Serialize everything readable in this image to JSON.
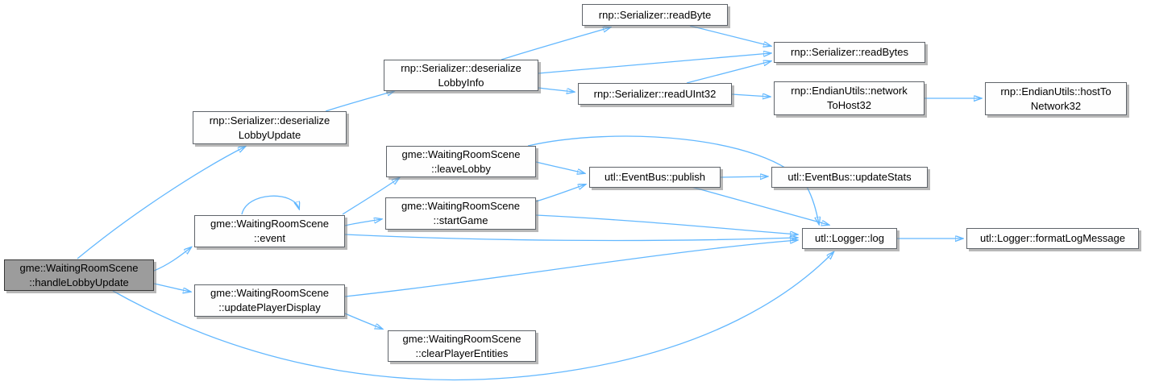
{
  "diagram": {
    "type": "doxygen-call-graph",
    "colors": {
      "edge": "#63b8ff",
      "node_fill": "#fefefe",
      "node_border": "#5f646a",
      "node_text": "#000000",
      "highlight_fill": "#9c9c9c",
      "highlight_border": "#383838",
      "shadow": "#7d7d7d",
      "background": "#ffffff"
    },
    "nodes": {
      "handleLobbyUpdate": {
        "line1": "gme::WaitingRoomScene",
        "line2": "::handleLobbyUpdate",
        "highlighted": "true"
      },
      "deserializeLobbyUpdate": {
        "line1": "rnp::Serializer::deserialize",
        "line2": "LobbyUpdate"
      },
      "deserializeLobbyInfo": {
        "line1": "rnp::Serializer::deserialize",
        "line2": "LobbyInfo"
      },
      "readByte": {
        "line1": "rnp::Serializer::readByte"
      },
      "readBytes": {
        "line1": "rnp::Serializer::readBytes"
      },
      "readUInt32": {
        "line1": "rnp::Serializer::readUInt32"
      },
      "networkToHost32": {
        "line1": "rnp::EndianUtils::network",
        "line2": "ToHost32"
      },
      "hostToNetwork32": {
        "line1": "rnp::EndianUtils::hostTo",
        "line2": "Network32"
      },
      "leaveLobby": {
        "line1": "gme::WaitingRoomScene",
        "line2": "::leaveLobby"
      },
      "event": {
        "line1": "gme::WaitingRoomScene",
        "line2": "::event"
      },
      "startGame": {
        "line1": "gme::WaitingRoomScene",
        "line2": "::startGame"
      },
      "publish": {
        "line1": "utl::EventBus::publish"
      },
      "updateStats": {
        "line1": "utl::EventBus::updateStats"
      },
      "log": {
        "line1": "utl::Logger::log"
      },
      "formatLogMessage": {
        "line1": "utl::Logger::formatLogMessage"
      },
      "updatePlayerDisplay": {
        "line1": "gme::WaitingRoomScene",
        "line2": "::updatePlayerDisplay"
      },
      "clearPlayerEntities": {
        "line1": "gme::WaitingRoomScene",
        "line2": "::clearPlayerEntities"
      }
    },
    "edges": [
      {
        "from": "handleLobbyUpdate",
        "to": "deserializeLobbyUpdate"
      },
      {
        "from": "handleLobbyUpdate",
        "to": "event"
      },
      {
        "from": "handleLobbyUpdate",
        "to": "updatePlayerDisplay"
      },
      {
        "from": "handleLobbyUpdate",
        "to": "log"
      },
      {
        "from": "deserializeLobbyUpdate",
        "to": "deserializeLobbyInfo"
      },
      {
        "from": "deserializeLobbyInfo",
        "to": "readByte"
      },
      {
        "from": "deserializeLobbyInfo",
        "to": "readBytes"
      },
      {
        "from": "deserializeLobbyInfo",
        "to": "readUInt32"
      },
      {
        "from": "readByte",
        "to": "readBytes"
      },
      {
        "from": "readUInt32",
        "to": "readBytes"
      },
      {
        "from": "readUInt32",
        "to": "networkToHost32"
      },
      {
        "from": "networkToHost32",
        "to": "hostToNetwork32"
      },
      {
        "from": "event",
        "to": "event"
      },
      {
        "from": "event",
        "to": "leaveLobby"
      },
      {
        "from": "event",
        "to": "startGame"
      },
      {
        "from": "event",
        "to": "log"
      },
      {
        "from": "leaveLobby",
        "to": "publish"
      },
      {
        "from": "leaveLobby",
        "to": "log"
      },
      {
        "from": "startGame",
        "to": "publish"
      },
      {
        "from": "startGame",
        "to": "log"
      },
      {
        "from": "publish",
        "to": "updateStats"
      },
      {
        "from": "publish",
        "to": "log"
      },
      {
        "from": "log",
        "to": "formatLogMessage"
      },
      {
        "from": "updatePlayerDisplay",
        "to": "clearPlayerEntities"
      },
      {
        "from": "updatePlayerDisplay",
        "to": "log"
      }
    ]
  }
}
